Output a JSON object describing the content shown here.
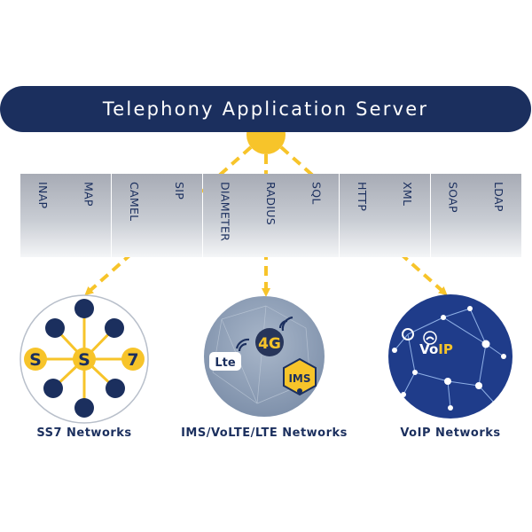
{
  "server": {
    "title": "Telephony Application Server"
  },
  "protocols": [
    "INAP",
    "MAP",
    "CAMEL",
    "SIP",
    "DIAMETER",
    "RADIUS",
    "SQL",
    "HTTP",
    "XML",
    "SOAP",
    "LDAP"
  ],
  "networks": [
    {
      "label": "SS7 Networks",
      "letters": [
        "S",
        "S",
        "7"
      ]
    },
    {
      "label": "IMS/VoLTE/LTE Networks",
      "badges": [
        "Lte",
        "4G",
        "IMS"
      ]
    },
    {
      "label": "VoIP Networks",
      "logo_prefix": "V",
      "logo_accent": "IP"
    }
  ],
  "colors": {
    "navy": "#1b2f5e",
    "yellow": "#f7c42a",
    "gray_blue": "#8f9fb6",
    "voip_blue": "#1f3c8a"
  }
}
